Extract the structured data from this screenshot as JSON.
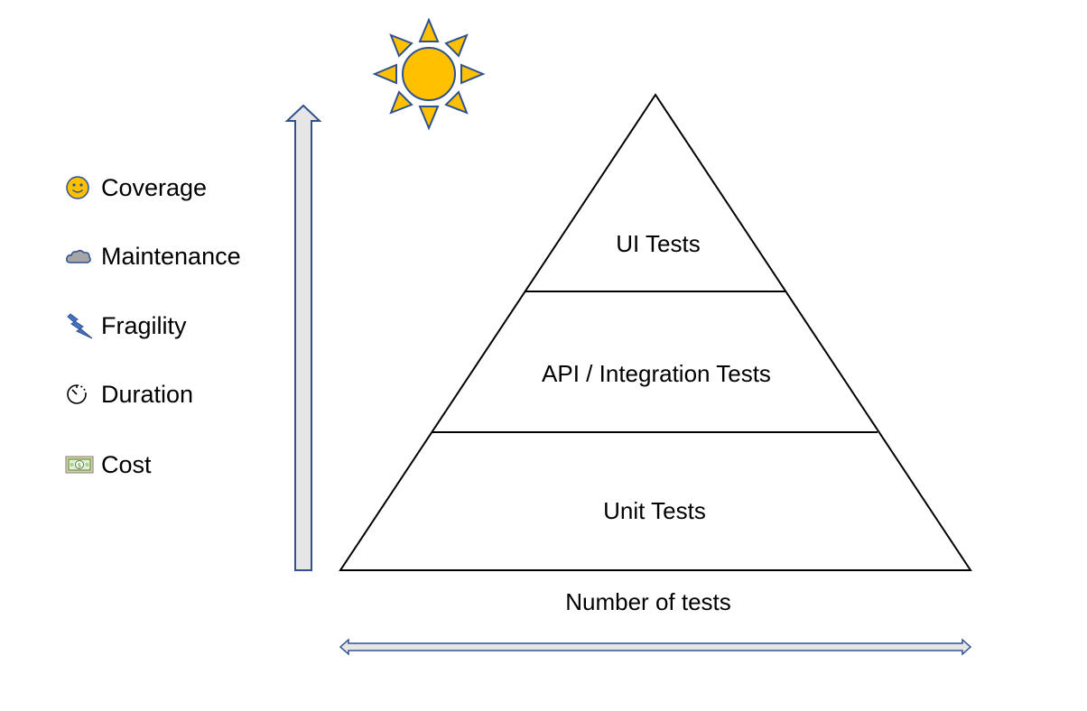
{
  "legend": {
    "items": [
      {
        "label": "Coverage",
        "icon": "smiley-icon"
      },
      {
        "label": "Maintenance",
        "icon": "cloud-icon"
      },
      {
        "label": "Fragility",
        "icon": "lightning-icon"
      },
      {
        "label": "Duration",
        "icon": "timer-icon"
      },
      {
        "label": "Cost",
        "icon": "money-icon"
      }
    ]
  },
  "pyramid": {
    "layers": [
      {
        "label": "UI Tests"
      },
      {
        "label": "API / Integration Tests"
      },
      {
        "label": "Unit Tests"
      }
    ]
  },
  "axes": {
    "x_label": "Number of tests"
  },
  "decorations": {
    "sun": "sun-icon",
    "vertical_arrow": "up-arrow",
    "horizontal_arrow": "double-arrow"
  },
  "colors": {
    "sun_fill": "#FFC000",
    "sun_stroke": "#2F528F",
    "arrow_fill": "#E7E6E6",
    "arrow_stroke": "#2F528F",
    "pyramid_stroke": "#000000"
  }
}
